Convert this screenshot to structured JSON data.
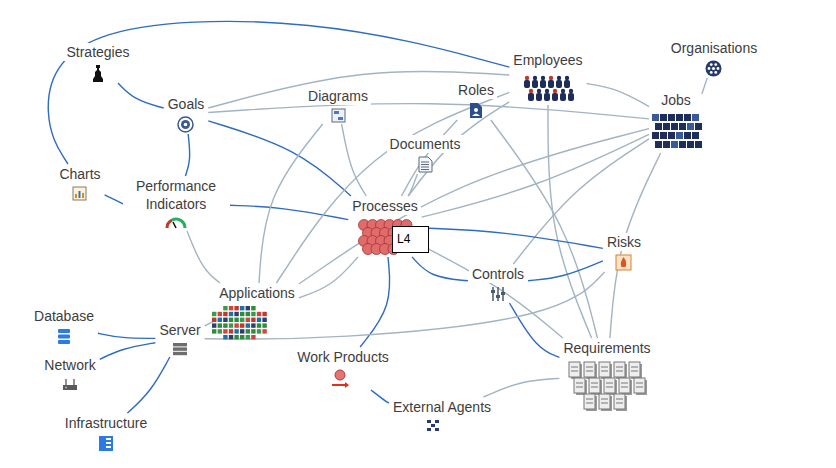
{
  "diagram": {
    "nodes": [
      {
        "text": [
          "Strategies"
        ]
      },
      {
        "text": [
          "Employees"
        ]
      },
      {
        "text": [
          "Organisations"
        ]
      },
      {
        "text": [
          "Roles"
        ]
      },
      {
        "text": [
          "Goals"
        ]
      },
      {
        "text": [
          "Diagrams"
        ]
      },
      {
        "text": [
          "Jobs"
        ]
      },
      {
        "text": [
          "Documents"
        ]
      },
      {
        "text": [
          "Charts"
        ]
      },
      {
        "text": [
          "Performance Indicators"
        ]
      },
      {
        "text": [
          "Processes"
        ]
      },
      {
        "text": [
          "L4"
        ]
      },
      {
        "text": [
          "Risks"
        ]
      },
      {
        "text": [
          "Controls"
        ]
      },
      {
        "text": [
          "Applications"
        ]
      },
      {
        "text": [
          "Database"
        ]
      },
      {
        "text": [
          "Server"
        ]
      },
      {
        "text": [
          "Requirements"
        ]
      },
      {
        "text": [
          "Network"
        ]
      },
      {
        "text": [
          "Work Products"
        ]
      },
      {
        "text": [
          "External Agents"
        ]
      },
      {
        "text": [
          "Infrastructure"
        ]
      }
    ],
    "edges": [
      {
        "from": 0,
        "to": 4,
        "arrow": "none"
      },
      {
        "from": 4,
        "to": 9,
        "arrow": "none"
      },
      {
        "from": 4,
        "to": 10,
        "arrow": "none"
      },
      {
        "from": 4,
        "to": 1,
        "arrow": "none"
      },
      {
        "from": 4,
        "to": 6,
        "arrow": "none"
      },
      {
        "from": 8,
        "to": 9,
        "arrow": "none"
      },
      {
        "from": 8,
        "to": 1,
        "arrow": "none"
      },
      {
        "from": 9,
        "to": 10,
        "arrow": "none"
      },
      {
        "from": 9,
        "to": 14,
        "arrow": "none"
      },
      {
        "from": 5,
        "to": 10,
        "arrow": "none"
      },
      {
        "from": 7,
        "to": 10,
        "arrow": "none"
      },
      {
        "from": 3,
        "to": 10,
        "arrow": "none"
      },
      {
        "from": 3,
        "to": 17,
        "arrow": "none"
      },
      {
        "from": 1,
        "to": 6,
        "arrow": "none"
      },
      {
        "from": 1,
        "to": 10,
        "arrow": "none"
      },
      {
        "from": 1,
        "to": 17,
        "arrow": "none"
      },
      {
        "from": 2,
        "to": 6,
        "arrow": "none"
      },
      {
        "from": 6,
        "to": 10,
        "arrow": "none"
      },
      {
        "from": 6,
        "to": 13,
        "arrow": "none"
      },
      {
        "from": 6,
        "to": 14,
        "arrow": "none"
      },
      {
        "from": 6,
        "to": 17,
        "arrow": "none"
      },
      {
        "from": 10,
        "to": 14,
        "arrow": "none"
      },
      {
        "from": 10,
        "to": 12,
        "arrow": "none"
      },
      {
        "from": 10,
        "to": 13,
        "arrow": "none"
      },
      {
        "from": 10,
        "to": 19,
        "arrow": "none"
      },
      {
        "from": 10,
        "to": 17,
        "arrow": "none"
      },
      {
        "from": 13,
        "to": 12,
        "arrow": "none"
      },
      {
        "from": 13,
        "to": 17,
        "arrow": "none"
      },
      {
        "from": 14,
        "to": 16,
        "arrow": "none"
      },
      {
        "from": 14,
        "to": 5,
        "arrow": "none"
      },
      {
        "from": 14,
        "to": 1,
        "arrow": "none"
      },
      {
        "from": 16,
        "to": 15,
        "arrow": "none"
      },
      {
        "from": 16,
        "to": 18,
        "arrow": "none"
      },
      {
        "from": 16,
        "to": 21,
        "arrow": "none"
      },
      {
        "from": 16,
        "to": 12,
        "arrow": "none"
      },
      {
        "from": 19,
        "to": 20,
        "arrow": "none"
      },
      {
        "from": 20,
        "to": 17,
        "arrow": "none"
      }
    ]
  }
}
